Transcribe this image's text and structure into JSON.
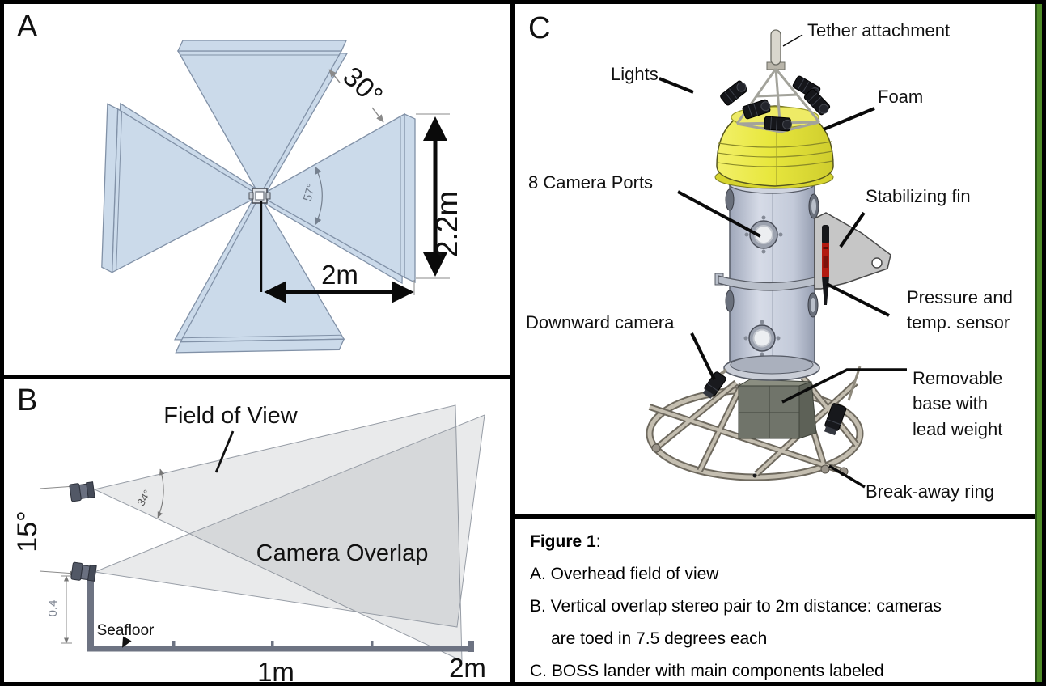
{
  "figure": {
    "panel_a": {
      "panel_letter": "A",
      "gap_angle": "30°",
      "fov_angle": "57°",
      "height_dim": "2.2m",
      "radius_dim": "2m"
    },
    "panel_b": {
      "panel_letter": "B",
      "fov_label": "Field of View",
      "overlap_label": "Camera Overlap",
      "toe_angle": "15°",
      "fov_angle": "34°",
      "cam_height": "0.4",
      "seafloor_label": "Seafloor",
      "dist_mid": "1m",
      "dist_far": "2m"
    },
    "panel_c": {
      "panel_letter": "C",
      "labels": {
        "tether": "Tether attachment",
        "lights": "Lights",
        "foam": "Foam",
        "camera_ports": "8 Camera Ports",
        "fin": "Stabilizing fin",
        "pressure_line1": "Pressure and",
        "pressure_line2": "temp. sensor",
        "down_camera": "Downward camera",
        "base_line1": "Removable",
        "base_line2": "base with",
        "base_line3": "lead weight",
        "ring": "Break-away ring"
      }
    },
    "caption": {
      "title": "Figure 1",
      "title_suffix": ":",
      "line_a": "A. Overhead field of view",
      "line_b1": "B. Vertical overlap stereo pair to 2m distance: cameras",
      "line_b2": "are toed in 7.5 degrees each",
      "line_c": "C. BOSS lander with main components labeled"
    },
    "colors": {
      "wedge_blue": "#cbdaea",
      "wedge_edge": "#8191a7",
      "foam_yellow": "#e8e73e",
      "foam_highlight": "#f2f06a",
      "foam_shadow": "#cfcd2d",
      "body_gray": "#c3cad9",
      "sensor_red": "#b21a10",
      "weight_olive": "#70746a",
      "weight_top": "#8b8e81",
      "weight_side": "#5d6157",
      "frame_tube": "#c4beb0",
      "border_black": "#000000",
      "edge_green": "#4f8c28"
    }
  }
}
